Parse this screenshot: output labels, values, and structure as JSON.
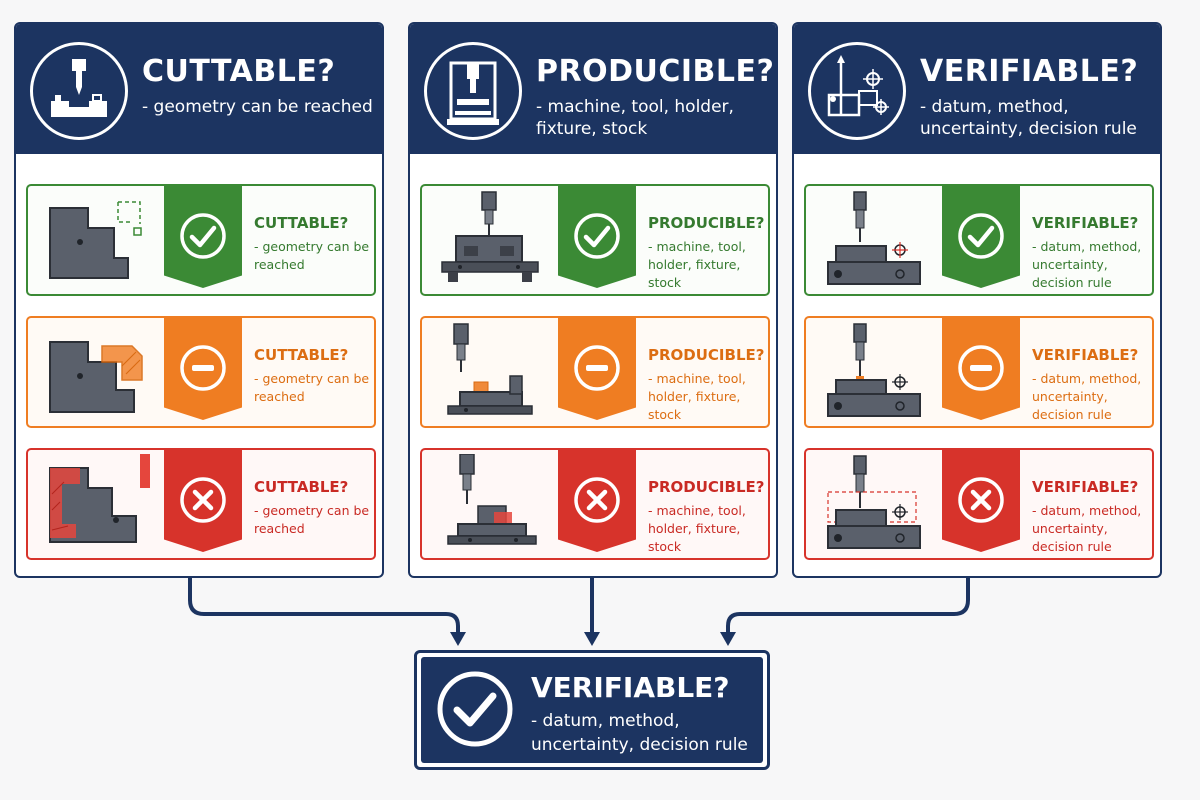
{
  "columns": [
    {
      "title": "CUTTABLE?",
      "subtitle": "- geometry can be reached",
      "cards": [
        {
          "status": "pass",
          "title": "CUTTABLE?",
          "subtitle": "- geometry can be reached"
        },
        {
          "status": "caution",
          "title": "CUTTABLE?",
          "subtitle": "- geometry can be reached"
        },
        {
          "status": "fail",
          "title": "CUTTABLE?",
          "subtitle": "- geometry can be reached"
        }
      ]
    },
    {
      "title": "PRODUCIBLE?",
      "subtitle": "- machine, tool, holder, fixture, stock",
      "cards": [
        {
          "status": "pass",
          "title": "PRODUCIBLE?",
          "subtitle": "- machine, tool, holder, fixture, stock"
        },
        {
          "status": "caution",
          "title": "PRODUCIBLE?",
          "subtitle": "- machine, tool, holder, fixture, stock"
        },
        {
          "status": "fail",
          "title": "PRODUCIBLE?",
          "subtitle": "- machine, tool, holder, fixture, stock"
        }
      ]
    },
    {
      "title": "VERIFIABLE?",
      "subtitle": "- datum, method, uncertainty, decision rule",
      "cards": [
        {
          "status": "pass",
          "title": "VERIFIABLE?",
          "subtitle": "- datum, method, uncertainty, decision rule"
        },
        {
          "status": "caution",
          "title": "VERIFIABLE?",
          "subtitle": "- datum, method, uncertainty, decision rule"
        },
        {
          "status": "fail",
          "title": "VERIFIABLE?",
          "subtitle": "- datum, method, uncertainty, decision rule"
        }
      ]
    }
  ],
  "result": {
    "title": "VERIFIABLE?",
    "subtitle": "- datum, method, uncertainty, decision rule",
    "status": "pass"
  },
  "icons": {
    "column_headers": [
      "milling-part-icon",
      "cnc-machine-icon",
      "coordinate-datum-icon"
    ],
    "status": {
      "pass": "check-circle-icon",
      "caution": "minus-circle-icon",
      "fail": "x-circle-icon"
    }
  },
  "colors": {
    "navy": "#1c3461",
    "pass": "#3b8a35",
    "caution": "#ef7d22",
    "fail": "#d7332b"
  }
}
